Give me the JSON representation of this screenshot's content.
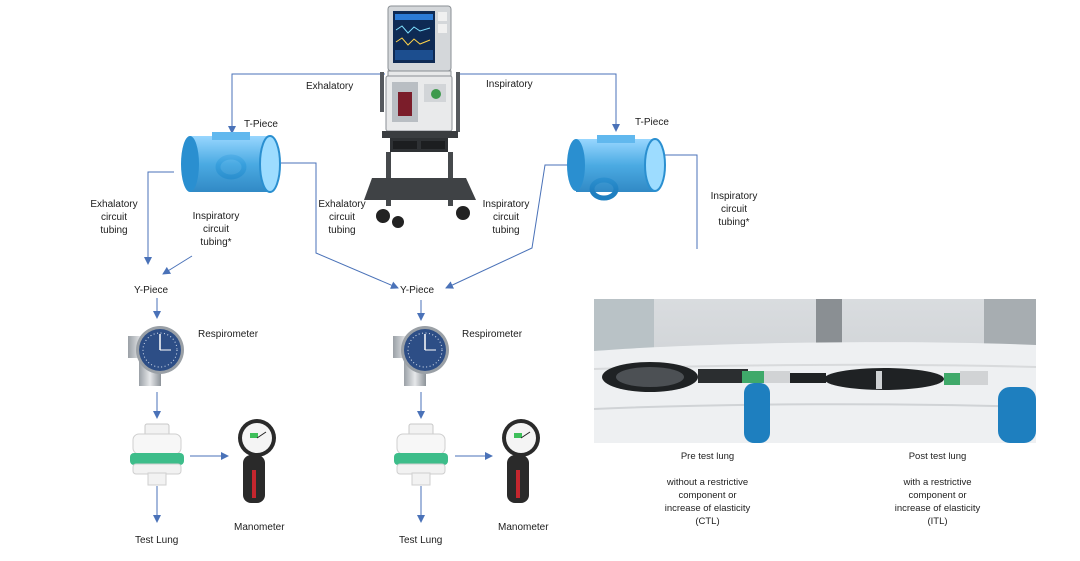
{
  "labels": {
    "exhalatory": "Exhalatory",
    "inspiratory": "Inspiratory",
    "tpiece_left": "T-Piece",
    "tpiece_right": "T-Piece",
    "exh_circuit_left": [
      "Exhalatory",
      "circuit",
      "tubing"
    ],
    "insp_circuit_left": [
      "Inspiratory",
      "circuit",
      "tubing*"
    ],
    "exh_circuit_mid": [
      "Exhalatory",
      "circuit",
      "tubing"
    ],
    "insp_circuit_mid": [
      "Inspiratory",
      "circuit",
      "tubing"
    ],
    "insp_circuit_right": [
      "Inspiratory",
      "circuit",
      "tubing*"
    ],
    "ypiece_left": "Y-Piece",
    "ypiece_mid": "Y-Piece",
    "respirometer_left": "Respirometer",
    "respirometer_mid": "Respirometer",
    "manometer_left": "Manometer",
    "manometer_mid": "Manometer",
    "testlung_left": "Test Lung",
    "testlung_mid": "Test Lung"
  },
  "photo_captions": {
    "pre": [
      "Pre test lung",
      "",
      "without a restrictive",
      "component or",
      "increase of elasticity",
      "(CTL)"
    ],
    "post": [
      "Post test lung",
      "",
      "with a restrictive",
      "component or",
      "increase of elasticity",
      "(ITL)"
    ]
  },
  "colors": {
    "arrow": "#4a72b8",
    "tpiece": "#3ba3e0",
    "respirometer_dial": "#2d4e86",
    "filter_green": "#3dbd8a",
    "manometer_body": "#2a2a2a"
  }
}
